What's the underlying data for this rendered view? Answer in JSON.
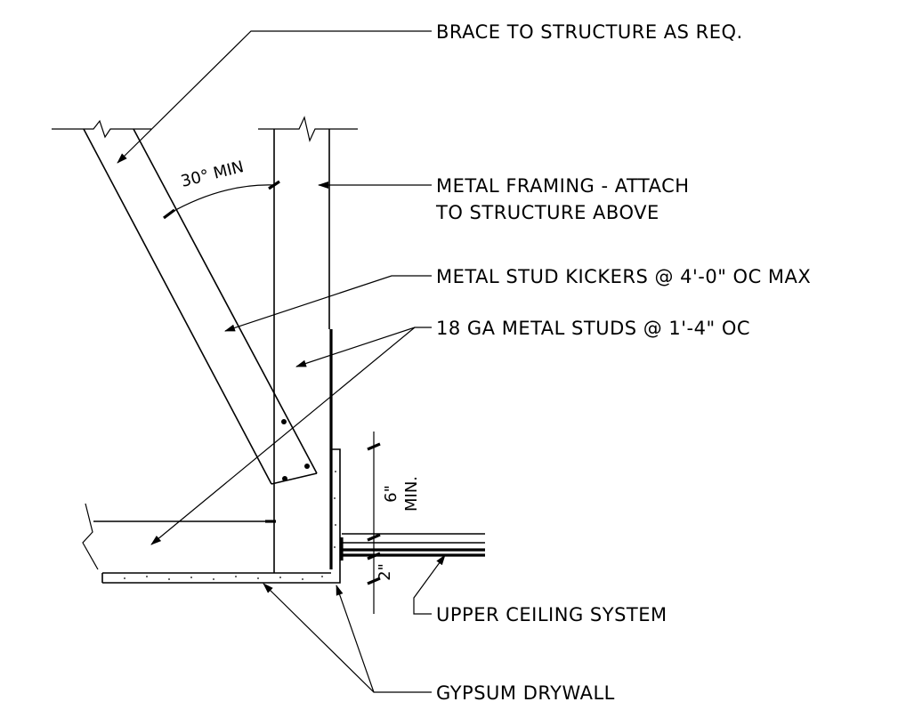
{
  "labels": {
    "brace": "BRACE TO STRUCTURE AS REQ.",
    "framing_line1": "METAL FRAMING - ATTACH",
    "framing_line2": "TO STRUCTURE ABOVE",
    "kickers": "METAL STUD KICKERS @ 4'-0\" OC MAX",
    "studs": "18 GA METAL STUDS @ 1'-4\" OC",
    "ceiling": "UPPER CEILING SYSTEM",
    "drywall": "GYPSUM DRYWALL"
  },
  "dimensions": {
    "angle": "30° MIN",
    "six_value": "6\"",
    "six_min": "MIN.",
    "two_value": "2\""
  },
  "colors": {
    "ink": "#000000",
    "background": "#ffffff"
  }
}
